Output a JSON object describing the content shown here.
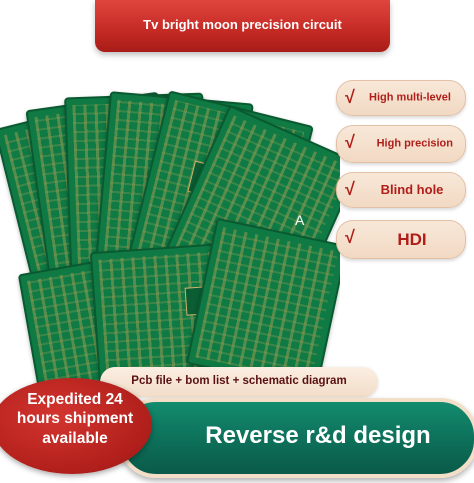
{
  "banner": {
    "title": "Tv bright moon precision circuit"
  },
  "features": [
    {
      "check": "√",
      "label": "High multi-level"
    },
    {
      "check": "√",
      "label": "High precision"
    },
    {
      "check": "√",
      "label": "Blind hole"
    },
    {
      "check": "√",
      "label": "HDI"
    }
  ],
  "board_mark": "A",
  "colors": {
    "banner_red": "#c42a24",
    "pcb_green": "#0f7a44",
    "bar_teal": "#0d6f59",
    "badge_text": "#b11e1a"
  },
  "includes_bar": {
    "text": "Pcb file + bom list + schematic diagram"
  },
  "main_bar": {
    "text": "Reverse r&d design"
  },
  "express_badge": {
    "text": "Expedited 24 hours shipment available"
  }
}
